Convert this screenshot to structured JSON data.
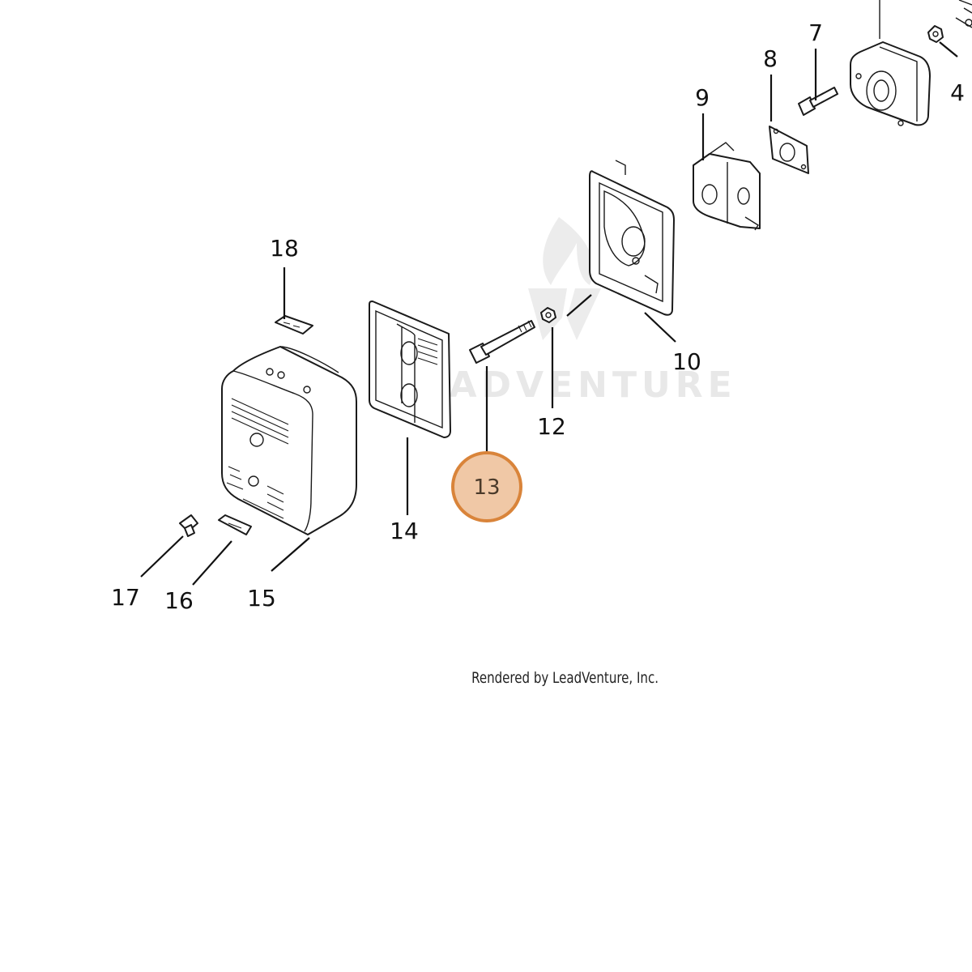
{
  "diagram": {
    "part_labels": {
      "p4": "4",
      "p7": "7",
      "p8": "8",
      "p9": "9",
      "p10": "10",
      "p12": "12",
      "p13": "13",
      "p14": "14",
      "p15": "15",
      "p16": "16",
      "p17": "17",
      "p18": "18"
    },
    "highlighted_part": "13",
    "highlight_color": "#f0c8a6",
    "highlight_border_color": "#d9843a"
  },
  "watermark": {
    "brand": "LEADVENTURE"
  },
  "credit": "Rendered by LeadVenture, Inc."
}
